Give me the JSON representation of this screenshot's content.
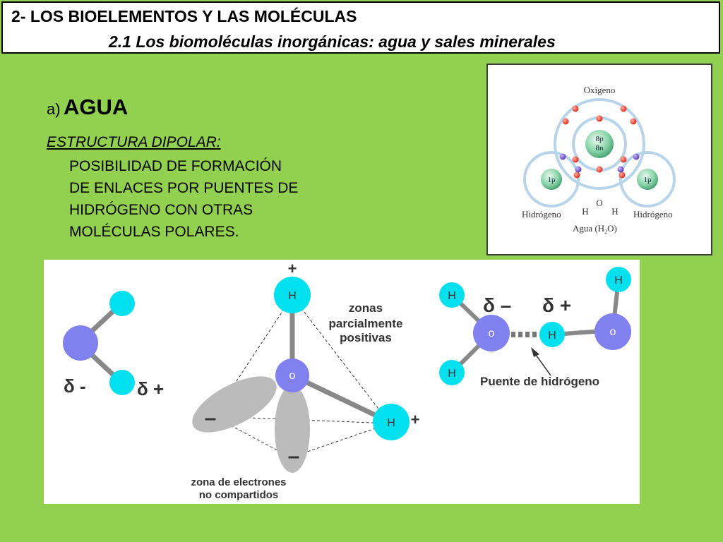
{
  "header": {
    "title": "2- LOS BIOELEMENTOS Y LAS MOLÉCULAS",
    "subtitle": "2.1 Los biomoléculas inorgánicas: agua y sales minerales"
  },
  "section": {
    "prefix": "a)",
    "title": "AGUA"
  },
  "dipolar": {
    "heading": "ESTRUCTURA DIPOLAR:",
    "lines": [
      "POSIBILIDAD DE FORMACIÓN",
      "DE ENLACES POR PUENTES DE",
      "HIDRÓGENO CON OTRAS",
      "MOLÉCULAS POLARES."
    ]
  },
  "atom_diagram": {
    "oxygen_label": "Oxígeno",
    "nucleus_o_protons": "8p",
    "nucleus_o_neutrons": "8n",
    "nucleus_h": "1p",
    "hydrogen_left": "Hidrógeno",
    "hydrogen_right": "Hidrógeno",
    "formula_o": "O",
    "formula_h": "H",
    "formula_label": "Agua (H",
    "formula_sub": "2",
    "formula_end": "O)"
  },
  "molecule_diagram": {
    "delta_minus": "δ -",
    "delta_plus": "δ +",
    "plus_sign": "+",
    "minus_sign": "–",
    "h_label": "H",
    "o_label": "o",
    "zonas_lines": [
      "zonas",
      "parcialmente",
      "positivas"
    ],
    "zona_electrones_lines": [
      "zona de electrones",
      "no compartidos"
    ],
    "hbond_delta_minus": "δ –",
    "hbond_delta_plus": "δ +",
    "puente_label": "Puente de hidrógeno"
  },
  "colors": {
    "background": "#92d050",
    "hydrogen": "#00e0ee",
    "oxygen": "#8080ee",
    "electron_red": "#ee2222",
    "electron_purple": "#6644bb",
    "lobe": "#bbbbbb"
  }
}
